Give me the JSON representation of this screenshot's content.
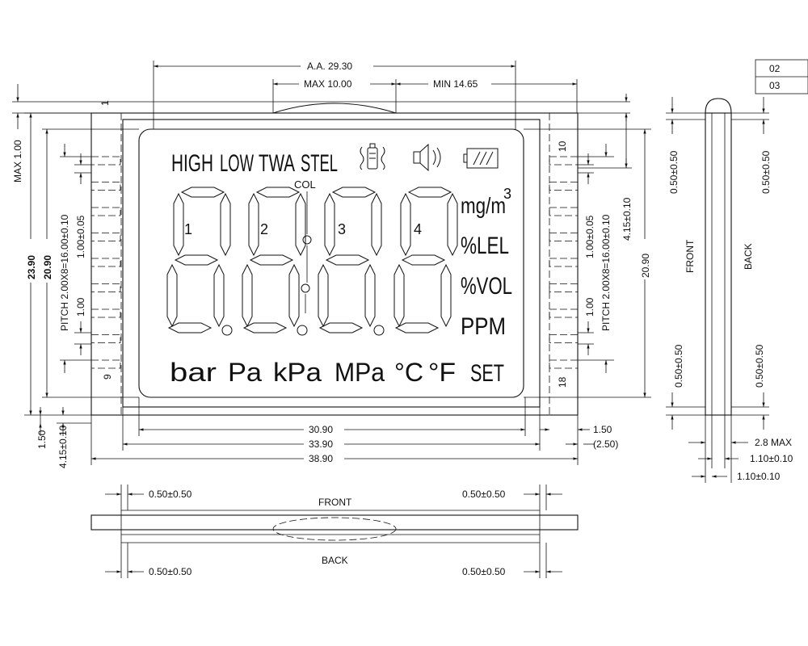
{
  "lcd_symbols": {
    "high": "HIGH",
    "low": "LOW",
    "twa": "TWA",
    "stel": "STEL",
    "col": "COL",
    "mgm3": "mg/m",
    "mgm3_sup": "3",
    "lel": "%LEL",
    "vol": "%VOL",
    "ppm": "PPM",
    "bar": "bar",
    "pa": "Pa",
    "kpa": "kPa",
    "mpa": "MPa",
    "degc": "°C",
    "degf": "°F",
    "set": "SET",
    "digit_labels": [
      "1",
      "2",
      "3",
      "4"
    ]
  },
  "icons": [
    "gas-bottle-icon",
    "speaker-icon",
    "battery-icon"
  ],
  "pins": {
    "left_top": "1",
    "left_bottom": "9",
    "right_top": "10",
    "right_bottom": "18"
  },
  "dimensions": {
    "aa": "A.A. 29.30",
    "max10": "MAX 10.00",
    "min1465": "MIN 14.65",
    "max1": "MAX 1.00",
    "d2390": "23.90",
    "d2090_left": "20.90",
    "pitch_left": "PITCH 2.00X8=16.00±0.10",
    "tol_left": "1.00±0.05",
    "one_left": "1.00",
    "d150_left": "1.50",
    "d415_left": "4.15±0.10",
    "d3090": "30.90",
    "d3390": "33.90",
    "d3890": "38.90",
    "d150_right": "1.50",
    "d250": "(2.50)",
    "tol_right": "1.00±0.05",
    "one_right": "1.00",
    "pitch_right": "PITCH 2.00X8=16.00±0.10",
    "d415_right": "4.15±0.10",
    "d2090_right": "20.90"
  },
  "side_view": {
    "front": "FRONT",
    "back": "BACK",
    "tol_tl": "0.50±0.50",
    "tol_tr": "0.50±0.50",
    "tol_bl": "0.50±0.50",
    "tol_br": "0.50±0.50",
    "max28": "2.8 MAX",
    "d110a": "1.10±0.10",
    "d110b": "1.10±0.10"
  },
  "bottom_view": {
    "front": "FRONT",
    "back": "BACK",
    "tol_tl": "0.50±0.50",
    "tol_tr": "0.50±0.50",
    "tol_bl": "0.50±0.50",
    "tol_br": "0.50±0.50"
  },
  "revision_table": {
    "rows": [
      "02",
      "03"
    ]
  }
}
